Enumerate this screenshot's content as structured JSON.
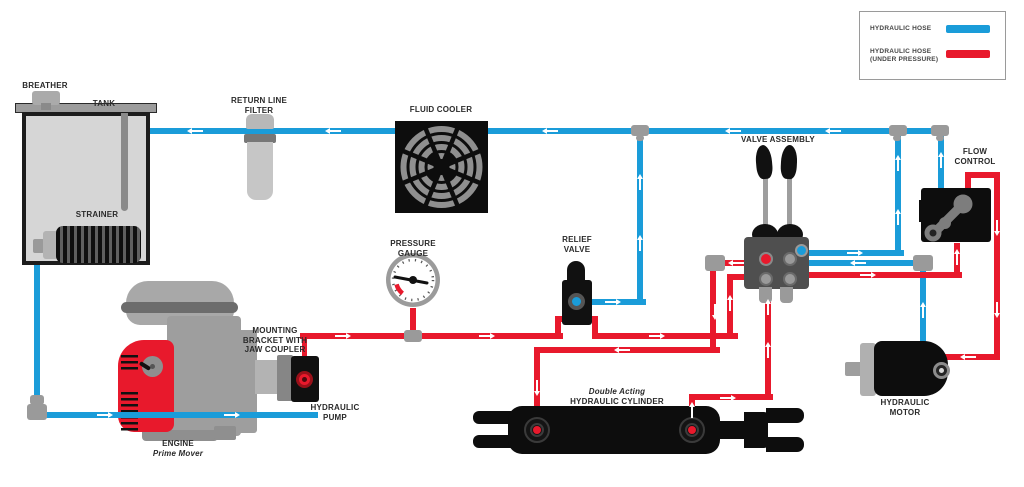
{
  "legend": {
    "items": [
      {
        "label": "HYDRAULIC HOSE",
        "sublabel": "",
        "color": "#1A9CD9"
      },
      {
        "label": "HYDRAULIC HOSE",
        "sublabel": "(UNDER PRESSURE)",
        "color": "#E8192C"
      }
    ]
  },
  "colors": {
    "hose_return": "#1A9CD9",
    "hose_pressure": "#E8192C"
  },
  "components": {
    "breather": {
      "label": "BREATHER"
    },
    "tank": {
      "label": "TANK"
    },
    "strainer": {
      "label": "STRAINER"
    },
    "return_line_filter": {
      "line1": "RETURN LINE",
      "line2": "FILTER"
    },
    "fluid_cooler": {
      "label": "FLUID COOLER"
    },
    "pressure_gauge": {
      "line1": "PRESSURE",
      "line2": "GAUGE"
    },
    "relief_valve": {
      "line1": "RELIEF",
      "line2": "VALVE"
    },
    "valve_assembly": {
      "label": "VALVE ASSEMBLY"
    },
    "flow_control": {
      "line1": "FLOW",
      "line2": "CONTROL"
    },
    "hydraulic_motor": {
      "line1": "HYDRAULIC",
      "line2": "MOTOR"
    },
    "hydraulic_cylinder": {
      "line1": "Double Acting",
      "line2": "HYDRAULIC CYLINDER"
    },
    "engine": {
      "line1": "ENGINE",
      "line2": "Prime Mover"
    },
    "mounting_bracket": {
      "line1": "MOUNTING",
      "line2": "BRACKET WITH",
      "line3": "JAW COUPLER"
    },
    "hydraulic_pump": {
      "line1": "HYDRAULIC",
      "line2": "PUMP"
    }
  }
}
